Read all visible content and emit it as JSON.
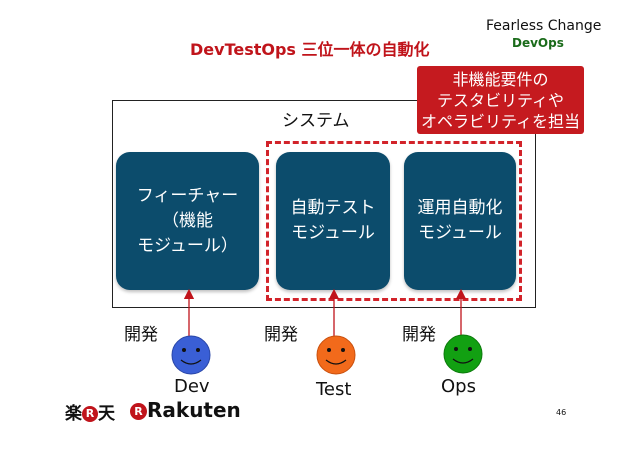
{
  "title": "DevTestOps 三位一体の自動化",
  "brand": {
    "line1": "Fearless Change",
    "line2": "DevOps"
  },
  "system_label": "システム",
  "modules": [
    {
      "label": "フィーチャー\n（機能\nモジュール）"
    },
    {
      "label": "自動テスト\nモジュール"
    },
    {
      "label": "運用自動化\nモジュール"
    }
  ],
  "callout": "非機能要件の\nテスタビリティや\nオペラビリティを担当",
  "dev_labels": [
    "開発",
    "開発",
    "開発"
  ],
  "people": [
    {
      "name": "Dev",
      "color": "#3a5fd6"
    },
    {
      "name": "Test",
      "color": "#f26a1b"
    },
    {
      "name": "Ops",
      "color": "#12a012"
    }
  ],
  "logos": {
    "rakuten_jp_pre": "楽",
    "rakuten_jp_mark": "R",
    "rakuten_jp_post": "天",
    "rakuten_en": "Rakuten"
  },
  "page_number": "46",
  "colors": {
    "title": "#c0141b",
    "module_fill": "#0c4c6c",
    "dashed_border": "#d2232a",
    "callout": "#c51a1f",
    "arrow": "#c0141b"
  }
}
